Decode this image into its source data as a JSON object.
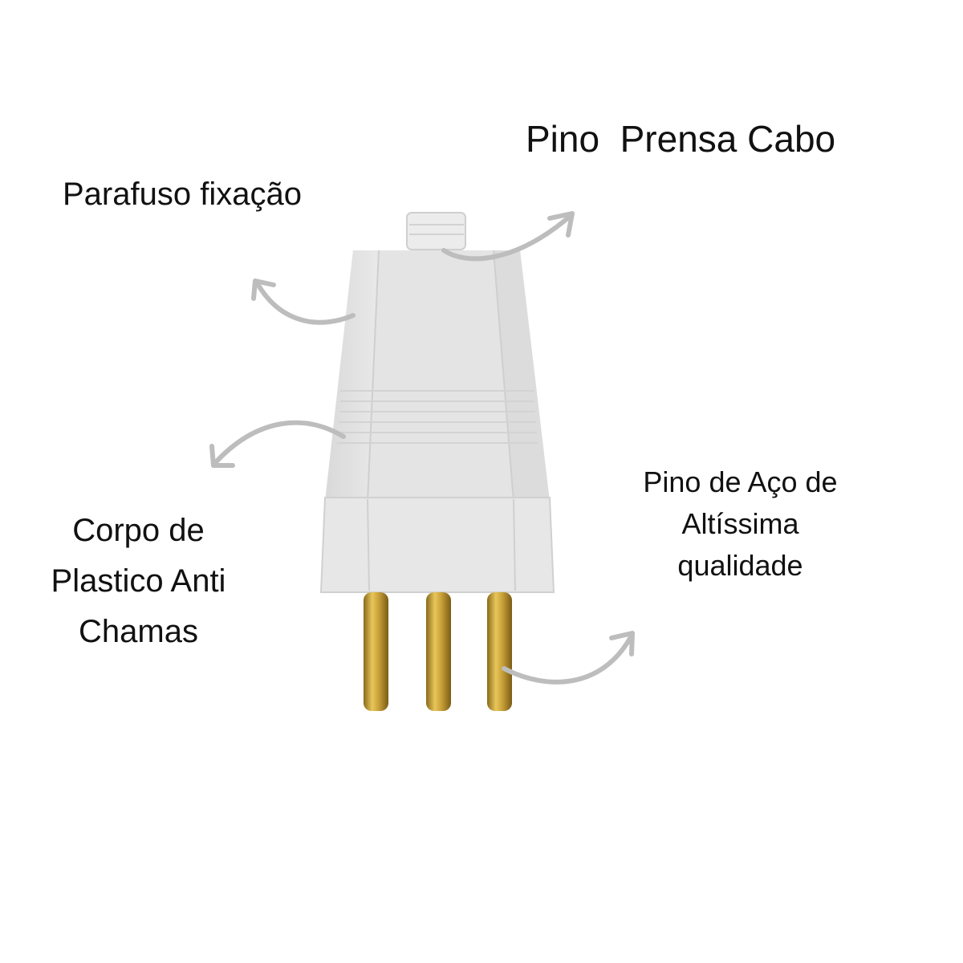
{
  "labels": {
    "pino_prensa_cabo": "Pino  Prensa Cabo",
    "parafuso_fixacao": "Parafuso fixação",
    "corpo": [
      "Corpo de",
      "Plastico Anti",
      "Chamas"
    ],
    "pino_aco": [
      "Pino de Aço de",
      "Altíssima",
      "qualidade"
    ]
  },
  "colors": {
    "plug_body": "#e6e6e6",
    "plug_shadow": "#d2d2d2",
    "plug_edge": "#c4c4c4",
    "pin_gold": "#c9a23a",
    "arrow_gray": "#bdbdbd"
  },
  "icons": {
    "plug": "electric-plug-icon",
    "arrow": "curved-arrow-icon"
  }
}
